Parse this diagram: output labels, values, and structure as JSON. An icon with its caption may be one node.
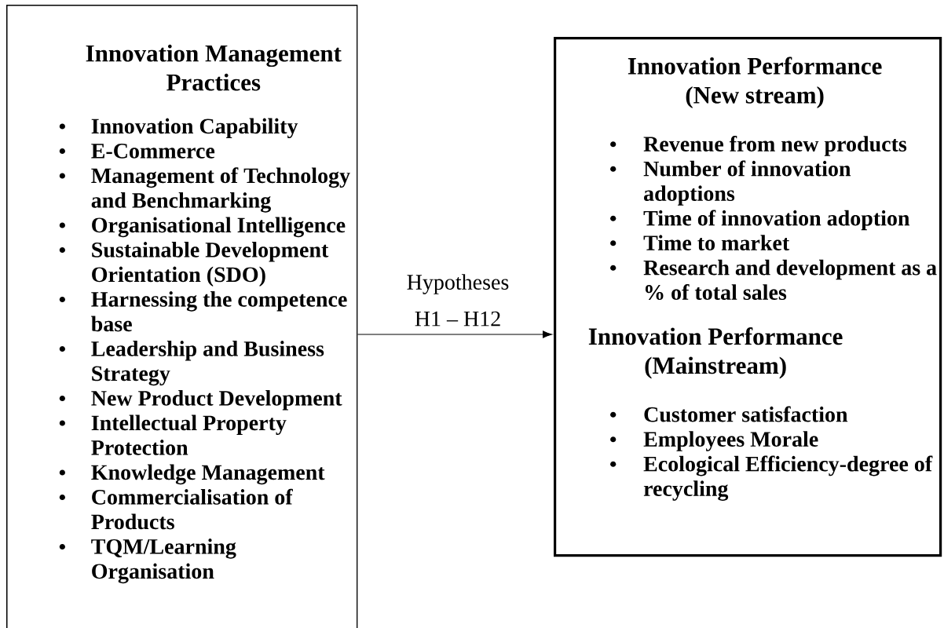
{
  "diagram": {
    "nodes": [
      {
        "text": [
          "Innovation Management Practices",
          "Innovation Capability",
          "E-Commerce",
          "Management of Technology and Benchmarking",
          "Organisational Intelligence",
          "Sustainable Development Orientation (SDO)",
          "Harnessing the competence base",
          "Leadership and Business Strategy",
          "New Product Development",
          "Intellectual Property Protection",
          "Knowledge Management",
          "Commercialisation of Products",
          "TQM/Learning Organisation"
        ]
      },
      {
        "text": [
          "Innovation Performance (New stream)",
          "Revenue from new products",
          "Number of innovation adoptions",
          "Time of innovation adoption",
          "Time to market",
          "Research and development as a % of total sales",
          "Innovation Performance (Mainstream)",
          "Customer satisfaction",
          "Employees Morale",
          "Ecological Efficiency-degree of recycling"
        ]
      }
    ],
    "edges": [
      {
        "from": 0,
        "to": 1,
        "arrow": "to",
        "label": "Hypotheses"
      }
    ],
    "labels": [
      "H1 – H12"
    ]
  }
}
